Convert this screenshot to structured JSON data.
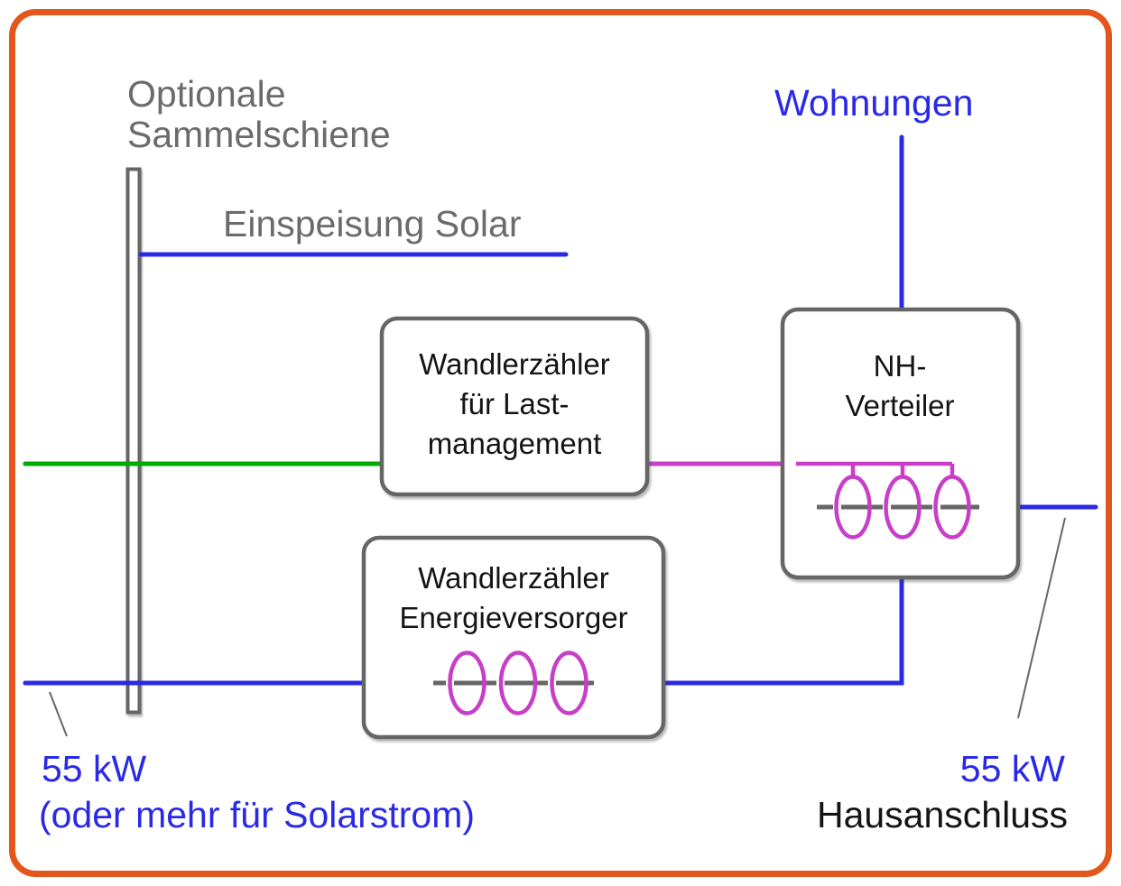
{
  "diagram": {
    "kind": "electrical-schematic",
    "labels": {
      "busbar_line1": "Optionale",
      "busbar_line2": "Sammelschiene",
      "solar_feed": "Einspeisung Solar",
      "apartments": "Wohnungen",
      "meter_load_line1": "Wandlerzähler",
      "meter_load_line2": "für Last-",
      "meter_load_line3": "management",
      "nh_line1": "NH-",
      "nh_line2": "Verteiler",
      "meter_utility_line1": "Wandlerzähler",
      "meter_utility_line2": "Energieversorger",
      "left_power": "55 kW",
      "left_note": "(oder mehr für Solarstrom)",
      "right_power": "55 kW",
      "right_label": "Hausanschluss"
    },
    "colors": {
      "border_orange": "#e4571c",
      "line_blue": "#2929e6",
      "line_green": "#00aa00",
      "line_magenta": "#c93ec9",
      "shape_gray": "#666666",
      "text_gray": "#6b6b6b",
      "text_dark": "#141414",
      "background": "#ffffff"
    }
  }
}
